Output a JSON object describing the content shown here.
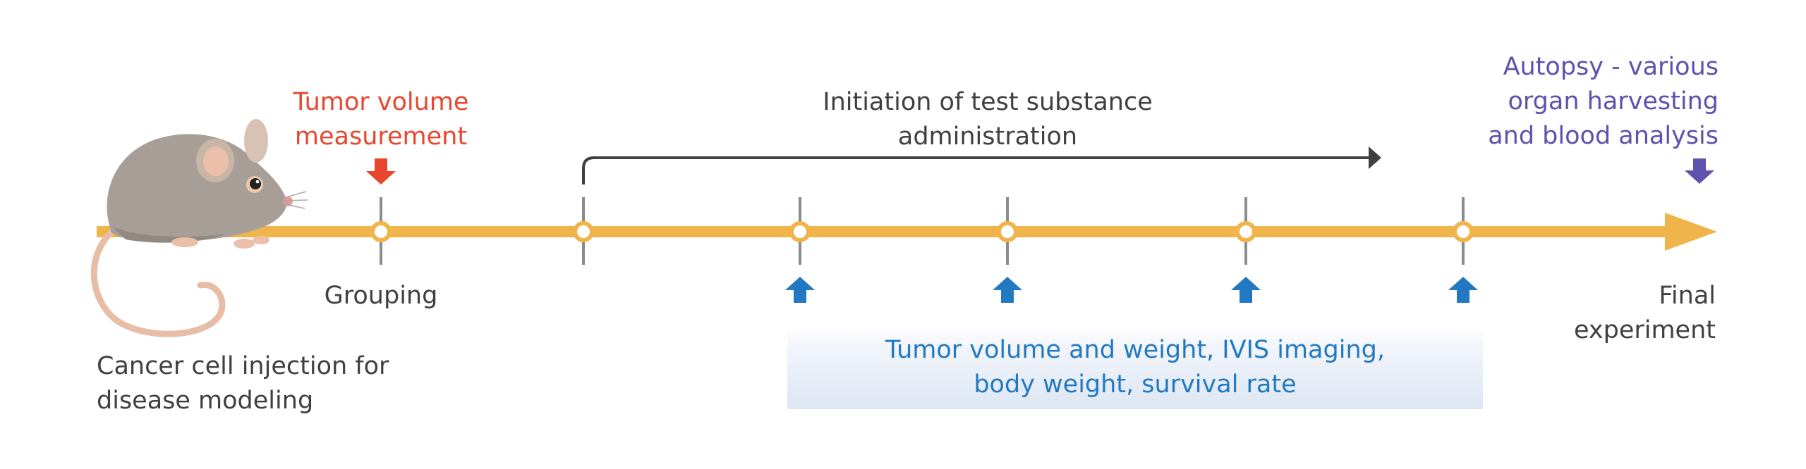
{
  "diagram": {
    "tumor_measurement": "Tumor volume\nmeasurement",
    "initiation": "Initiation of test substance\nadministration",
    "autopsy": "Autopsy - various\norgan harvesting\nand blood analysis",
    "grouping": "Grouping",
    "final_experiment": "Final\nexperiment",
    "cancer_injection": "Cancer cell injection for\ndisease modeling",
    "measurements": "Tumor volume and weight, IVIS imaging,\nbody weight, survival rate"
  },
  "colors": {
    "timeline": "#efb54a",
    "tick": "#8c8c8c",
    "text": "#404040",
    "tumor": "#e8472e",
    "autopsy": "#5d52ad",
    "measurement": "#2379c1"
  },
  "icons": {
    "subject": "mouse-illustration",
    "down_arrow": "down-arrow-icon",
    "up_arrow": "up-arrow-icon"
  }
}
